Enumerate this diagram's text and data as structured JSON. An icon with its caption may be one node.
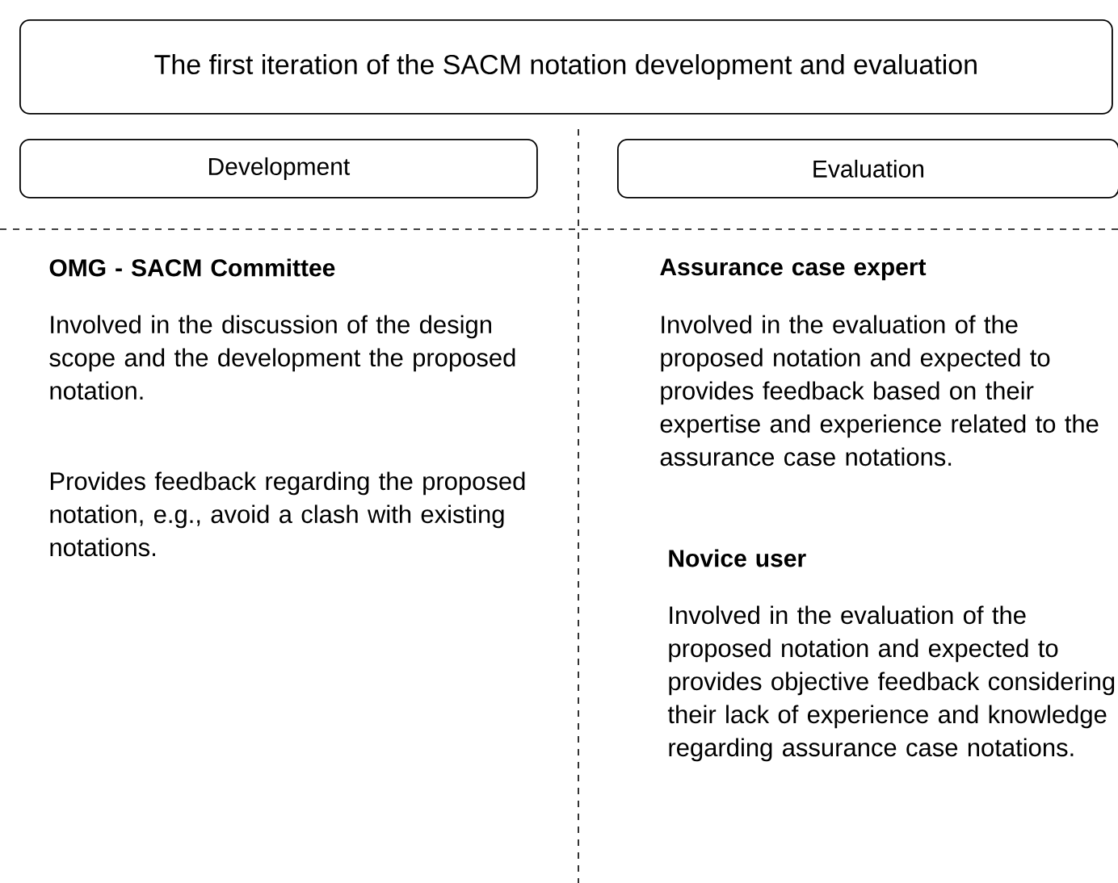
{
  "diagram": {
    "nodes": [
      {
        "text": [
          "The first iteration of the SACM notation development and evaluation"
        ]
      },
      {
        "text": [
          "Development"
        ]
      },
      {
        "text": [
          "Evaluation"
        ]
      }
    ],
    "labels": [
      "OMG - SACM Committee",
      "Involved in the discussion of the design scope and the development the proposed notation.",
      "Provides feedback regarding the proposed notation, e.g., avoid a clash with existing notations.",
      "Assurance case expert",
      "Involved in the evaluation of the proposed notation and expected to provides feedback based on their expertise and experience related to the assurance case notations.",
      "Novice user",
      "Involved in the evaluation of the proposed notation and expected to provides objective feedback considering their lack of experience and knowledge regarding assurance case notations."
    ]
  }
}
